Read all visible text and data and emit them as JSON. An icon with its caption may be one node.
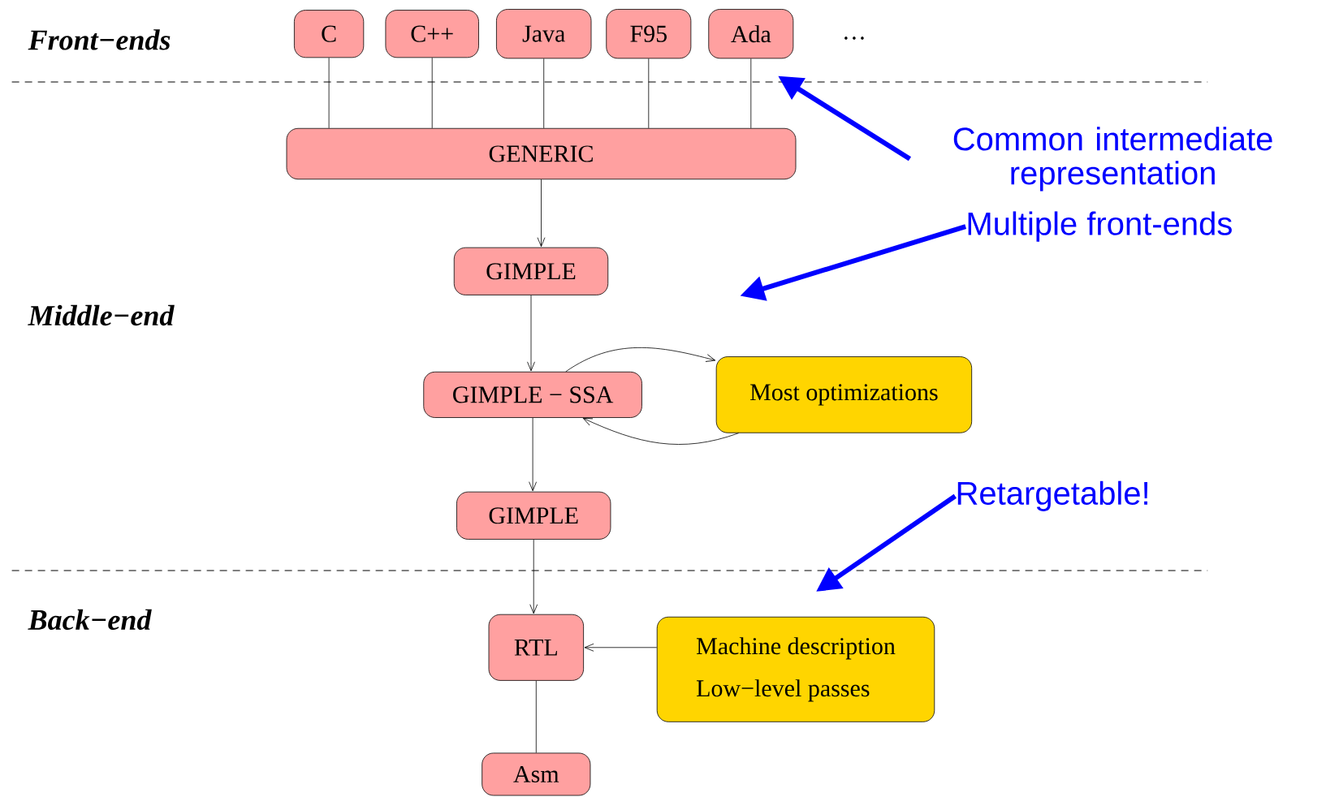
{
  "diagram": {
    "nodes": [
      {
        "text": [
          "C"
        ]
      },
      {
        "text": [
          "C++"
        ]
      },
      {
        "text": [
          "Java"
        ]
      },
      {
        "text": [
          "F95"
        ]
      },
      {
        "text": [
          "Ada"
        ]
      },
      {
        "text": [
          "GENERIC"
        ]
      },
      {
        "text": [
          "GIMPLE"
        ]
      },
      {
        "text": [
          "GIMPLE − SSA"
        ]
      },
      {
        "text": [
          "Most optimizations"
        ]
      },
      {
        "text": [
          "GIMPLE"
        ]
      },
      {
        "text": [
          "RTL"
        ]
      },
      {
        "text": [
          "Machine description",
          "Low−level passes"
        ]
      },
      {
        "text": [
          "Asm"
        ]
      },
      {
        "text": [
          "Common intermediate representation"
        ]
      },
      {
        "text": [
          "Multiple front-ends"
        ]
      },
      {
        "text": [
          "Retargetable!"
        ]
      }
    ],
    "edges": [
      {
        "from": 0,
        "to": 5,
        "arrow": "none"
      },
      {
        "from": 1,
        "to": 5,
        "arrow": "none"
      },
      {
        "from": 2,
        "to": 5,
        "arrow": "none"
      },
      {
        "from": 3,
        "to": 5,
        "arrow": "none"
      },
      {
        "from": 4,
        "to": 5,
        "arrow": "none"
      },
      {
        "from": 5,
        "to": 6,
        "arrow": "to"
      },
      {
        "from": 6,
        "to": 7,
        "arrow": "to"
      },
      {
        "from": 7,
        "to": 8,
        "arrow": "to"
      },
      {
        "from": 8,
        "to": 7,
        "arrow": "to"
      },
      {
        "from": 7,
        "to": 9,
        "arrow": "to"
      },
      {
        "from": 9,
        "to": 10,
        "arrow": "to"
      },
      {
        "from": 11,
        "to": 10,
        "arrow": "to"
      },
      {
        "from": 10,
        "to": 12,
        "arrow": "none"
      },
      {
        "from": 13,
        "to": null,
        "arrow": "to",
        "style": "thick",
        "color": "#0000ff"
      },
      {
        "from": 14,
        "to": null,
        "arrow": "to",
        "style": "thick",
        "color": "#0000ff"
      },
      {
        "from": 15,
        "to": null,
        "arrow": "to",
        "style": "thick",
        "color": "#0000ff"
      }
    ],
    "labels": [
      "Front−ends",
      "…",
      "Middle−end",
      "Back−end"
    ]
  }
}
